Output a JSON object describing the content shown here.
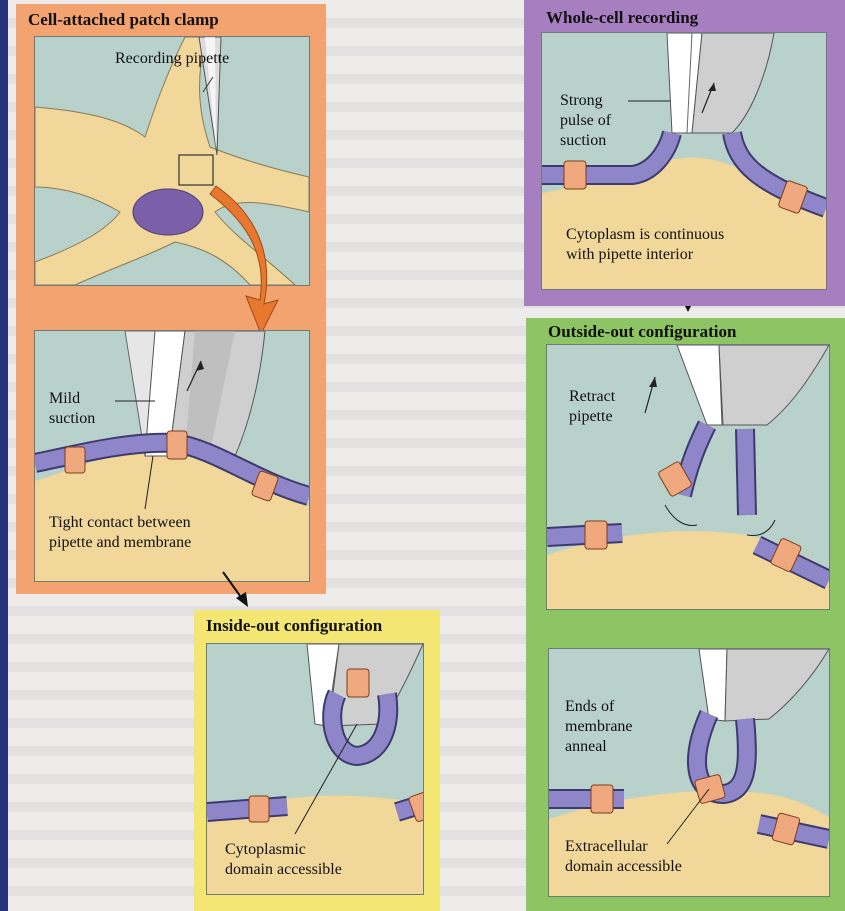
{
  "panels": {
    "cell_attached": {
      "title": "Cell-attached patch clamp",
      "color": "#f2a36f",
      "recording_pipette": "Recording pipette",
      "mild_suction": [
        "Mild",
        "suction"
      ],
      "tight_contact": [
        "Tight contact between",
        "pipette and membrane"
      ]
    },
    "whole_cell": {
      "title": "Whole-cell recording",
      "color": "#a77fc1",
      "strong_pulse": [
        "Strong",
        "pulse of",
        "suction"
      ],
      "cytoplasm": [
        "Cytoplasm is continuous",
        "with pipette interior"
      ]
    },
    "outside_out": {
      "title": "Outside-out configuration",
      "color": "#8ec564",
      "retract": [
        "Retract",
        "pipette"
      ],
      "ends_anneal": [
        "Ends of",
        "membrane",
        "anneal"
      ],
      "extracellular": [
        "Extracellular",
        "domain accessible"
      ]
    },
    "inside_out": {
      "title": "Inside-out configuration",
      "color": "#f4e672",
      "cytoplasmic": [
        "Cytoplasmic",
        "domain accessible"
      ]
    }
  },
  "colors": {
    "medium": "#b9d1cb",
    "cell": "#f1d79a",
    "membrane": "#8e86c9",
    "channel": "#f0a87f",
    "nucleus": "#7b5fa8",
    "arrow_orange": "#e8772f"
  }
}
